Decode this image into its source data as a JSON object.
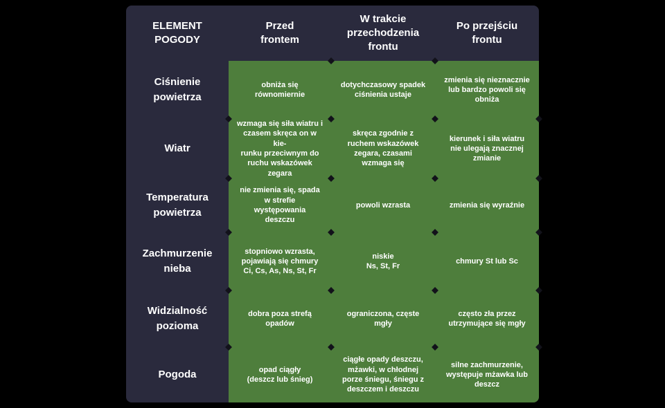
{
  "chart_data": {
    "type": "table",
    "title": "Element pogody przed frontem, w trakcie przechodzenia frontu i po przejściu frontu",
    "columns": [
      "ELEMENT\nPOGODY",
      "Przed\nfrontem",
      "W trakcie\nprzechodzenia\nfrontu",
      "Po przejściu\nfrontu"
    ],
    "rows": [
      {
        "label": "Ciśnienie\npowietrza",
        "cells": [
          "obniża się\nrównomiernie",
          "dotychczasowy spadek\nciśnienia ustaje",
          "zmienia się nieznacznie\nlub bardzo powoli się\nobniża"
        ]
      },
      {
        "label": "Wiatr",
        "cells": [
          "wzmaga się siła wiatru i\nczasem skręca on w kie-\nrunku przeciwnym do\nruchu wskazówek\nzegara",
          "skręca zgodnie z\nruchem wskazówek\nzegara, czasami\nwzmaga się",
          "kierunek i siła wiatru\nnie ulegają znacznej\nzmianie"
        ]
      },
      {
        "label": "Temperatura\npowietrza",
        "cells": [
          "nie zmienia się, spada\nw strefie\nwystępowania\ndeszczu",
          "powoli wzrasta",
          "zmienia się wyraźnie"
        ]
      },
      {
        "label": "Zachmurzenie\nnieba",
        "cells": [
          "stopniowo wzrasta,\npojawiają się chmury\nCi, Cs, As, Ns, St, Fr",
          "niskie\nNs, St, Fr",
          "chmury St lub Sc"
        ]
      },
      {
        "label": "Widzialność\npozioma",
        "cells": [
          "dobra poza strefą\nopadów",
          "ograniczona, częste\nmgły",
          "często zła przez\nutrzymujące się mgły"
        ]
      },
      {
        "label": "Pogoda",
        "cells": [
          "opad ciągły\n(deszcz lub śnieg)",
          "ciągłe opady deszczu,\nmżawki, w chłodnej\nporze śniegu, śniegu z\ndeszczem i deszczu",
          "silne zachmurzenie,\nwystępuje mżawka lub\ndeszcz"
        ]
      }
    ]
  },
  "colors": {
    "background": "#000000",
    "panel": "#2a2a3d",
    "cell_green": "#4e7e3c",
    "text": "#ffffff",
    "marker": "#12121a"
  }
}
